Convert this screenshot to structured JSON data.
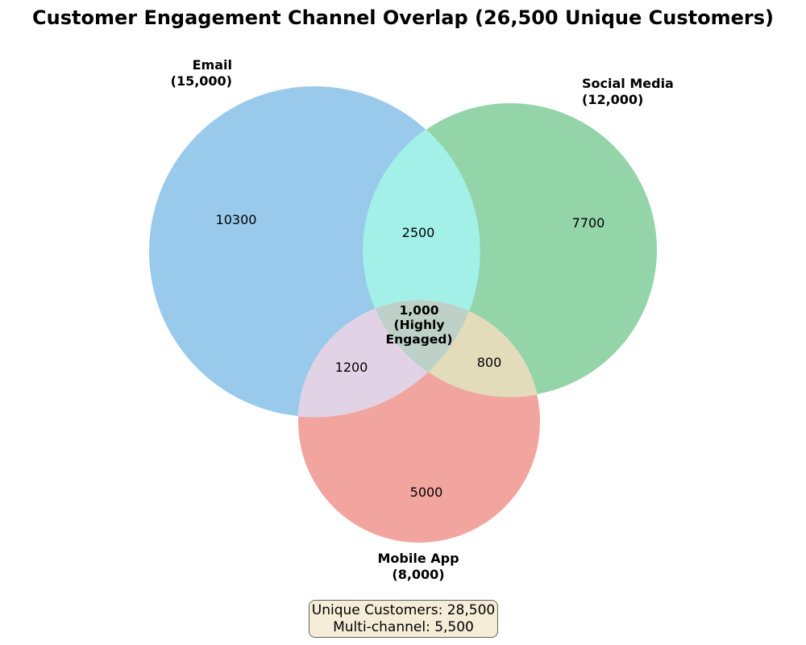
{
  "chart_data": {
    "type": "venn",
    "title": "Customer Engagement Channel Overlap (26,500 Unique Customers)",
    "sets": [
      {
        "name": "Email",
        "size": 15000,
        "label": "Email\n(15,000)",
        "color": "#99CAEB"
      },
      {
        "name": "Social Media",
        "size": 12000,
        "label": "Social Media\n(12,000)",
        "color": "#93D4A9"
      },
      {
        "name": "Mobile App",
        "size": 8000,
        "label": "Mobile App\n(8,000)",
        "color": "#F2A49E"
      }
    ],
    "regions": [
      {
        "id": "email-only",
        "sets": [
          "Email"
        ],
        "value": 10300,
        "display": "10300",
        "color": "#99CAEB"
      },
      {
        "id": "social-only",
        "sets": [
          "Social Media"
        ],
        "value": 7700,
        "display": "7700",
        "color": "#93D4A9"
      },
      {
        "id": "mobile-only",
        "sets": [
          "Mobile App"
        ],
        "value": 5000,
        "display": "5000",
        "color": "#F2A49E"
      },
      {
        "id": "email-social",
        "sets": [
          "Email",
          "Social Media"
        ],
        "value": 2500,
        "display": "2500",
        "color": "#A3F0E8"
      },
      {
        "id": "email-mobile",
        "sets": [
          "Email",
          "Mobile App"
        ],
        "value": 1200,
        "display": "1200",
        "color": "#E2D2E6"
      },
      {
        "id": "social-mobile",
        "sets": [
          "Social Media",
          "Mobile App"
        ],
        "value": 800,
        "display": "800",
        "color": "#E2DCBA"
      },
      {
        "id": "all-three",
        "sets": [
          "Email",
          "Social Media",
          "Mobile App"
        ],
        "value": 1000,
        "display": "1,000\n(Highly\nEngaged)",
        "color": "#BDD1C9"
      }
    ],
    "footer_box": {
      "line1": "Unique Customers: 28,500",
      "line2": "Multi-channel: 5,500",
      "unique_customers": 28500,
      "multi_channel": 5500,
      "background": "#F6EDD8"
    },
    "layout": {
      "legend": "none",
      "background": "#ffffff"
    }
  }
}
